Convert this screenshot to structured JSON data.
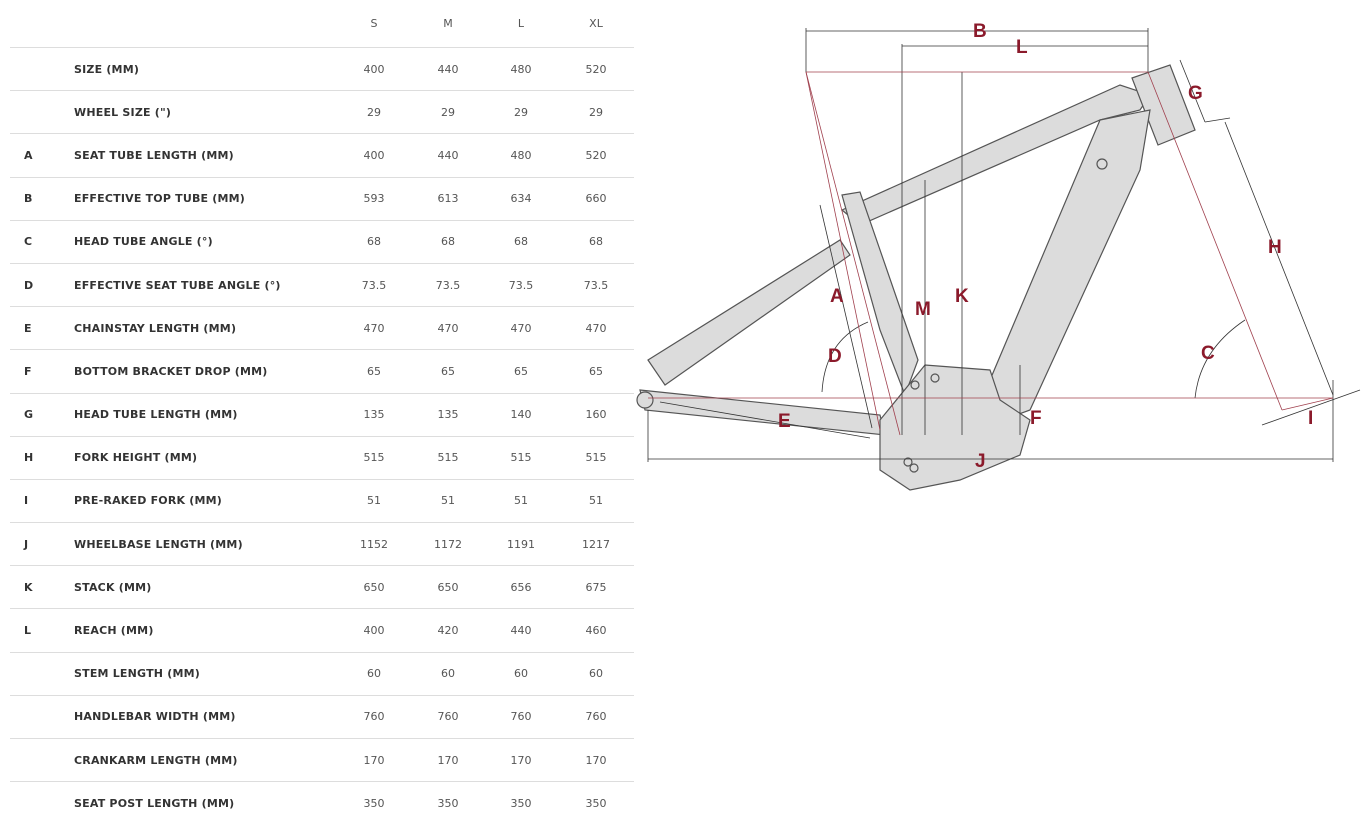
{
  "table": {
    "columns": [
      "S",
      "M",
      "L",
      "XL"
    ],
    "rows": [
      {
        "letter": "",
        "label": "SIZE (MM)",
        "values": [
          "400",
          "440",
          "480",
          "520"
        ]
      },
      {
        "letter": "",
        "label": "WHEEL SIZE (\")",
        "values": [
          "29",
          "29",
          "29",
          "29"
        ]
      },
      {
        "letter": "A",
        "label": "SEAT TUBE LENGTH (MM)",
        "values": [
          "400",
          "440",
          "480",
          "520"
        ]
      },
      {
        "letter": "B",
        "label": "EFFECTIVE TOP TUBE (MM)",
        "values": [
          "593",
          "613",
          "634",
          "660"
        ]
      },
      {
        "letter": "C",
        "label": "HEAD TUBE ANGLE (°)",
        "values": [
          "68",
          "68",
          "68",
          "68"
        ]
      },
      {
        "letter": "D",
        "label": "EFFECTIVE SEAT TUBE ANGLE (°)",
        "values": [
          "73.5",
          "73.5",
          "73.5",
          "73.5"
        ]
      },
      {
        "letter": "E",
        "label": "CHAINSTAY LENGTH (MM)",
        "values": [
          "470",
          "470",
          "470",
          "470"
        ]
      },
      {
        "letter": "F",
        "label": "BOTTOM BRACKET DROP (MM)",
        "values": [
          "65",
          "65",
          "65",
          "65"
        ]
      },
      {
        "letter": "G",
        "label": "HEAD TUBE LENGTH (MM)",
        "values": [
          "135",
          "135",
          "140",
          "160"
        ]
      },
      {
        "letter": "H",
        "label": "FORK HEIGHT (MM)",
        "values": [
          "515",
          "515",
          "515",
          "515"
        ]
      },
      {
        "letter": "I",
        "label": "PRE-RAKED FORK (MM)",
        "values": [
          "51",
          "51",
          "51",
          "51"
        ]
      },
      {
        "letter": "J",
        "label": "WHEELBASE LENGTH (MM)",
        "values": [
          "1152",
          "1172",
          "1191",
          "1217"
        ]
      },
      {
        "letter": "K",
        "label": "STACK (MM)",
        "values": [
          "650",
          "650",
          "656",
          "675"
        ]
      },
      {
        "letter": "L",
        "label": "REACH (MM)",
        "values": [
          "400",
          "420",
          "440",
          "460"
        ]
      },
      {
        "letter": "",
        "label": "STEM LENGTH (MM)",
        "values": [
          "60",
          "60",
          "60",
          "60"
        ]
      },
      {
        "letter": "",
        "label": "HANDLEBAR WIDTH (MM)",
        "values": [
          "760",
          "760",
          "760",
          "760"
        ]
      },
      {
        "letter": "",
        "label": "CRANKARM LENGTH (MM)",
        "values": [
          "170",
          "170",
          "170",
          "170"
        ]
      },
      {
        "letter": "",
        "label": "SEAT POST LENGTH (MM)",
        "values": [
          "350",
          "350",
          "350",
          "350"
        ]
      }
    ]
  },
  "diagram": {
    "labels": {
      "A": "A",
      "B": "B",
      "C": "C",
      "D": "D",
      "E": "E",
      "F": "F",
      "G": "G",
      "H": "H",
      "I": "I",
      "J": "J",
      "K": "K",
      "L": "L",
      "M": "M"
    },
    "accent_color": "#8b1a2b"
  }
}
